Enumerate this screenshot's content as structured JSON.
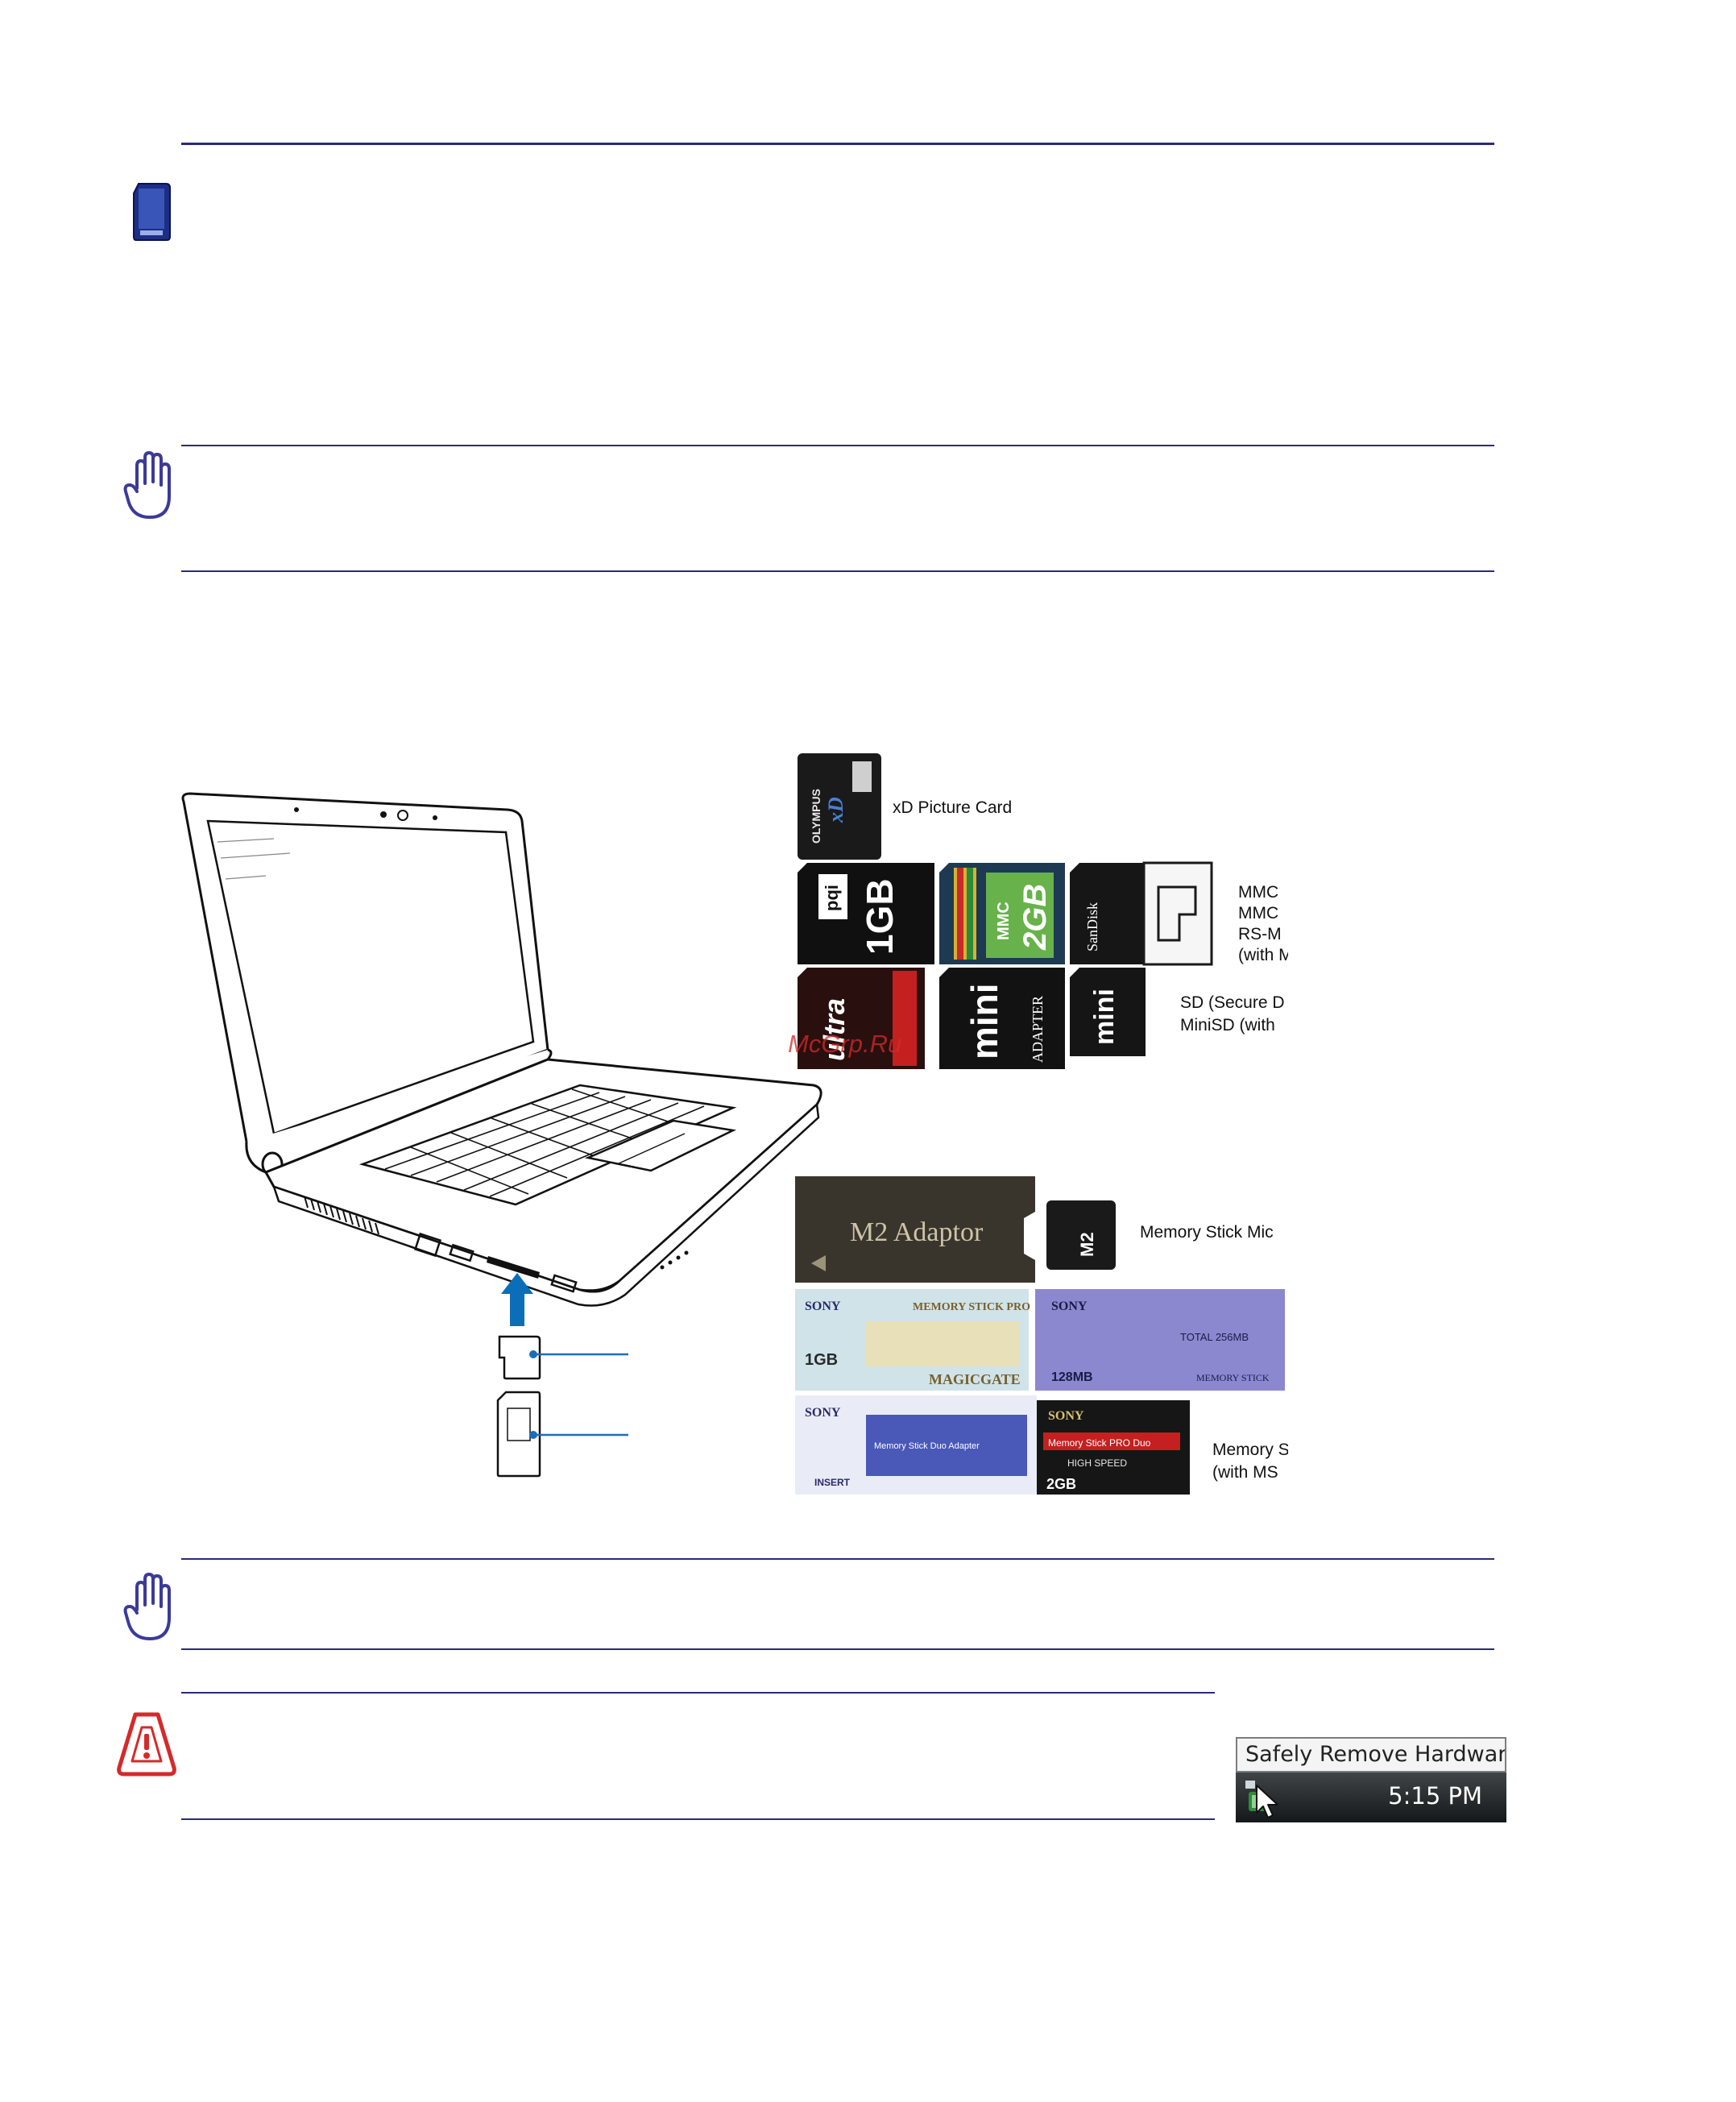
{
  "card_labels": {
    "xd": "xD Picture Card",
    "mmc_1": "MMC",
    "mmc_2": "MMC",
    "mmc_3": "RS-M",
    "mmc_4": "(with M",
    "sd_1": "SD (Secure D",
    "sd_2": "MiniSD (with",
    "ms_micro": "Memory Stick Mic",
    "ms_1": "Memory S",
    "ms_2": "(with MS"
  },
  "card_prints": {
    "xd_brand": "OLYMPUS",
    "xd_logo": "xD",
    "sd_1gb": "1GB",
    "sd_pqi": "pqi",
    "mmc_2gb": "2GB",
    "mmc_mark": "MMC",
    "sandisk": "SanDisk",
    "ultra": "ultra",
    "mini_sd": "mini",
    "adapter": "ADAPTER",
    "m2_adaptor": "M2 Adaptor",
    "m2_card": "M2",
    "sony": "SONY",
    "ms_pro": "MEMORY STICK PRO",
    "ms_1gb": "1GB",
    "magicgate": "MAGICGATE",
    "ms_128": "128MB",
    "ms_total": "TOTAL 256MB",
    "memory_stick": "MEMORY STICK",
    "duo_adapter": "Memory Stick Duo Adapter",
    "insert": "INSERT",
    "ms_pro_duo": "Memory Stick PRO Duo",
    "high_speed": "HIGH SPEED",
    "ms_2gb": "2GB"
  },
  "watermark": "McGrp.Ru",
  "tray": {
    "tooltip": "Safely Remove Hardware",
    "time": "5:15 PM"
  },
  "colors": {
    "rule": "#2b2a7a",
    "note_icon": "#3b3a9a",
    "warning_icon": "#d42a2a",
    "arrow": "#0a6fb8",
    "leader": "#1f6db6"
  }
}
